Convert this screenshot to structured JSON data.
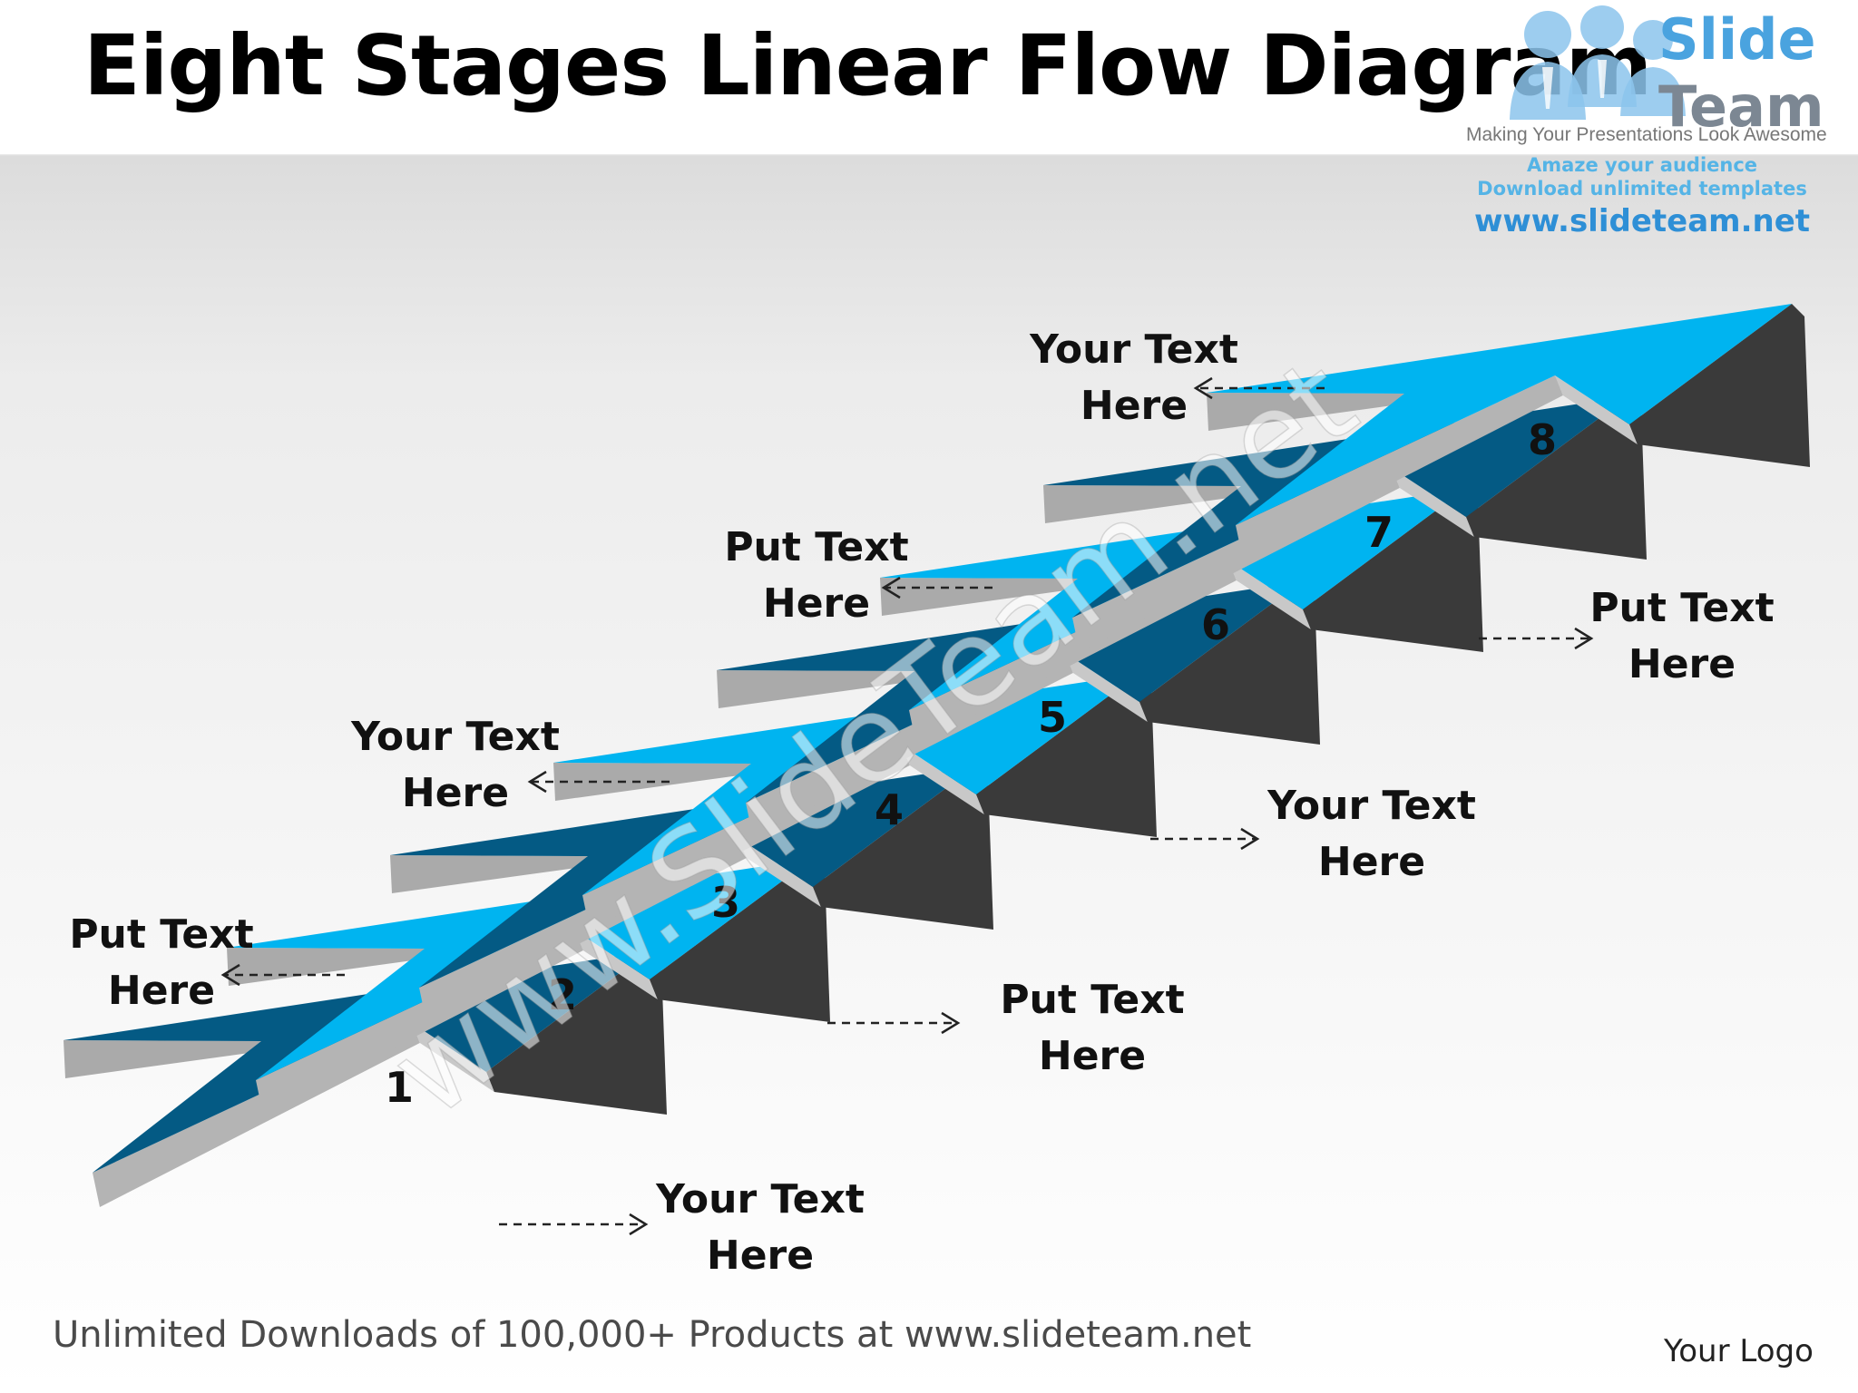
{
  "slide": {
    "title": "Eight Stages Linear Flow Diagram"
  },
  "stages": [
    {
      "number": "1",
      "label": [
        "Your Text",
        "Here"
      ],
      "fill": "#045A84"
    },
    {
      "number": "2",
      "label": [
        "Put Text",
        "Here"
      ],
      "fill": "#00B4F0"
    },
    {
      "number": "3",
      "label": [
        "Put Text",
        "Here"
      ],
      "fill": "#045A84"
    },
    {
      "number": "4",
      "label": [
        "Your Text",
        "Here"
      ],
      "fill": "#00B4F0"
    },
    {
      "number": "5",
      "label": [
        "Your Text",
        "Here"
      ],
      "fill": "#045A84"
    },
    {
      "number": "6",
      "label": [
        "Put Text",
        "Here"
      ],
      "fill": "#00B4F0"
    },
    {
      "number": "7",
      "label": [
        "Put Text",
        "Here"
      ],
      "fill": "#045A84"
    },
    {
      "number": "8",
      "label": [
        "Your Text",
        "Here"
      ],
      "fill": "#00B4F0"
    }
  ],
  "watermark": "www.SlideTeam.net",
  "brand": {
    "name_line1": "Slide",
    "name_line2": "Team",
    "tagline": "Making Your Presentations Look Awesome",
    "promo_line1": "Amaze your audience",
    "promo_line2": "Download unlimited templates",
    "url": "www.slideteam.net"
  },
  "footer": {
    "downloads_text": "Unlimited Downloads of 100,000+ Products at www.slideteam.net",
    "logo_placeholder": "Your Logo"
  },
  "colors": {
    "dark_blue": "#045A84",
    "light_blue": "#00B4F0",
    "side_grey": "#b4b4b4",
    "brand_blue": "#4aa3df"
  }
}
